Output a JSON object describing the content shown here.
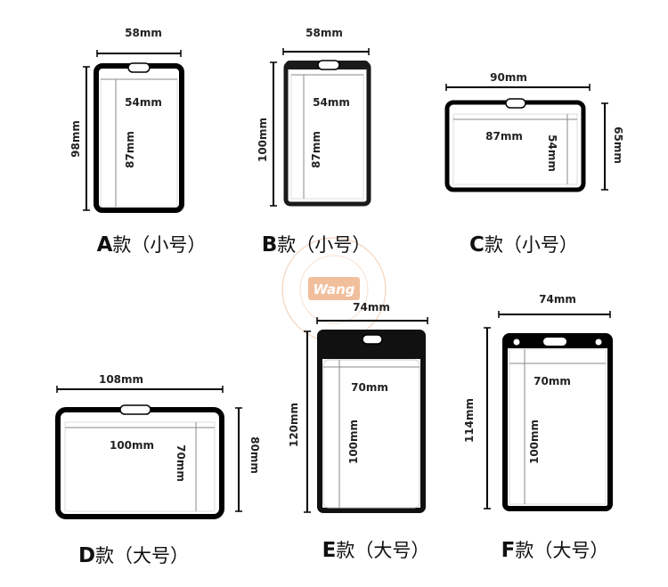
{
  "watermark": {
    "text": "Wang",
    "color": "#e68a4a"
  },
  "holders": [
    {
      "id": "A",
      "caption": [
        "A",
        "款（小号）"
      ],
      "outer_width": "58mm",
      "outer_height": "98mm",
      "inner_width": "54mm",
      "inner_height": "87mm"
    },
    {
      "id": "B",
      "caption": [
        "B",
        "款（小号）"
      ],
      "outer_width": "58mm",
      "outer_height": "100mm",
      "inner_width": "54mm",
      "inner_height": "87mm"
    },
    {
      "id": "C",
      "caption": [
        "C",
        "款（小号）"
      ],
      "outer_width": "90mm",
      "outer_height": "65mm",
      "inner_width": "87mm",
      "inner_height": "54mm"
    },
    {
      "id": "D",
      "caption": [
        "D",
        "款（大号）"
      ],
      "outer_width": "108mm",
      "outer_height": "80mm",
      "inner_width": "100mm",
      "inner_height": "70mm"
    },
    {
      "id": "E",
      "caption": [
        "E",
        "款（大号）"
      ],
      "outer_width": "74mm",
      "outer_height": "120mm",
      "inner_width": "70mm",
      "inner_height": "100mm"
    },
    {
      "id": "F",
      "caption": [
        "F",
        "款（大号）"
      ],
      "outer_width": "74mm",
      "outer_height": "114mm",
      "inner_width": "70mm",
      "inner_height": "100mm"
    }
  ]
}
